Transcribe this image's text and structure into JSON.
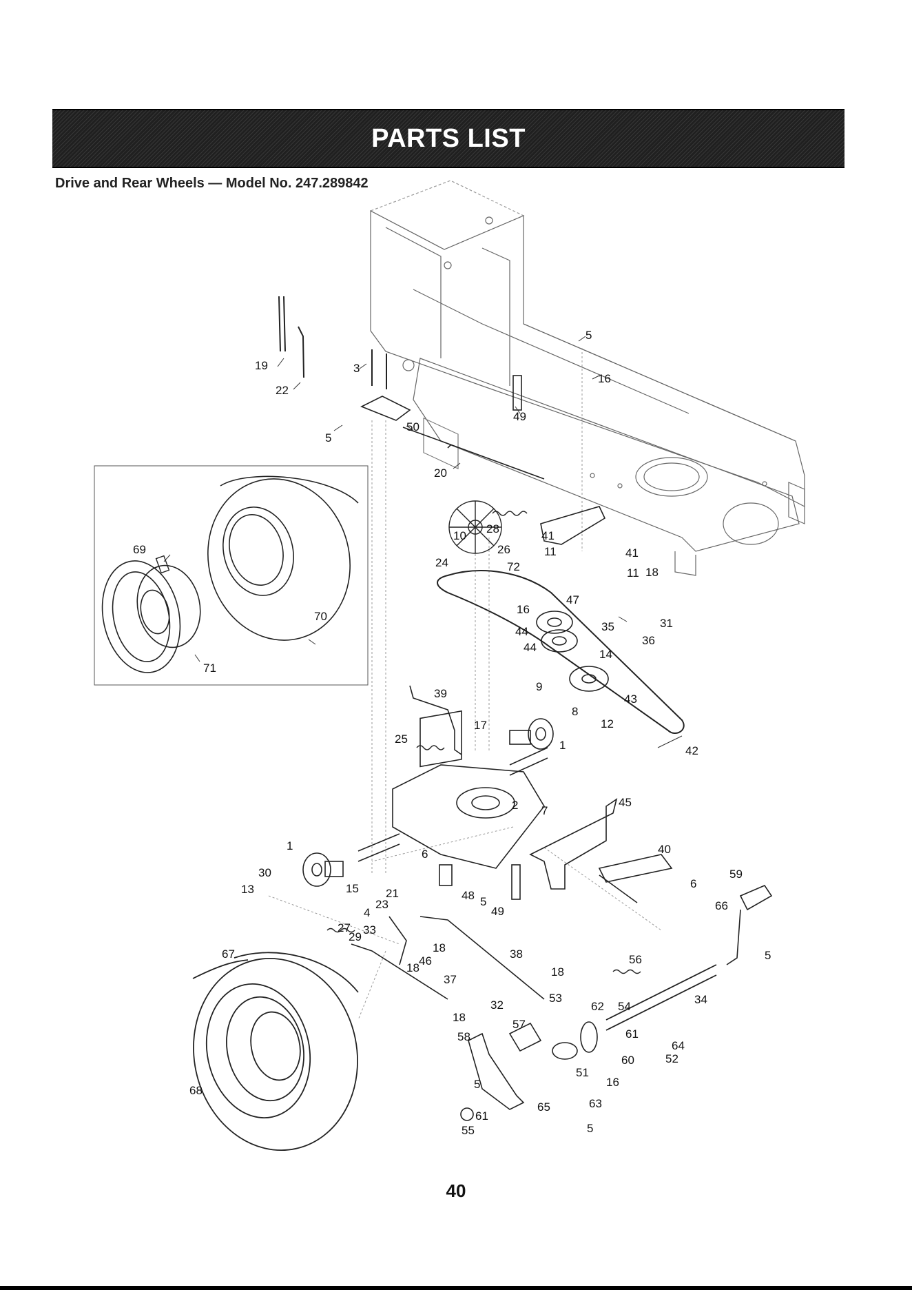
{
  "header": {
    "title": "PARTS LIST",
    "subtitle": "Drive and Rear Wheels — Model No. 247.289842"
  },
  "page_number": "40",
  "callouts": {
    "c1a": "1",
    "c1b": "1",
    "c2": "2",
    "c3": "3",
    "c4": "4",
    "c5a": "5",
    "c5b": "5",
    "c5c": "5",
    "c5d": "5",
    "c5e": "5",
    "c5f": "5",
    "c6a": "6",
    "c6b": "6",
    "c7": "7",
    "c8": "8",
    "c9": "9",
    "c10": "10",
    "c11a": "11",
    "c11b": "11",
    "c12": "12",
    "c13": "13",
    "c14": "14",
    "c15": "15",
    "c16a": "16",
    "c16b": "16",
    "c16c": "16",
    "c17": "17",
    "c18a": "18",
    "c18b": "18",
    "c18c": "18",
    "c18d": "18",
    "c18e": "18",
    "c19": "19",
    "c20": "20",
    "c21": "21",
    "c22": "22",
    "c23": "23",
    "c24": "24",
    "c25": "25",
    "c26": "26",
    "c27": "27",
    "c28": "28",
    "c29": "29",
    "c30": "30",
    "c31": "31",
    "c32": "32",
    "c33": "33",
    "c34": "34",
    "c35": "35",
    "c36": "36",
    "c37": "37",
    "c38": "38",
    "c39": "39",
    "c40": "40",
    "c41a": "41",
    "c41b": "41",
    "c42": "42",
    "c43": "43",
    "c44a": "44",
    "c44b": "44",
    "c45": "45",
    "c46": "46",
    "c47": "47",
    "c48": "48",
    "c49a": "49",
    "c49b": "49",
    "c50": "50",
    "c51": "51",
    "c52": "52",
    "c53": "53",
    "c54": "54",
    "c55": "55",
    "c56": "56",
    "c57": "57",
    "c58": "58",
    "c59": "59",
    "c60": "60",
    "c61a": "61",
    "c61b": "61",
    "c62": "62",
    "c63": "63",
    "c64": "64",
    "c65": "65",
    "c66": "66",
    "c67": "67",
    "c68": "68",
    "c69": "69",
    "c70": "70",
    "c71": "71",
    "c72": "72"
  }
}
